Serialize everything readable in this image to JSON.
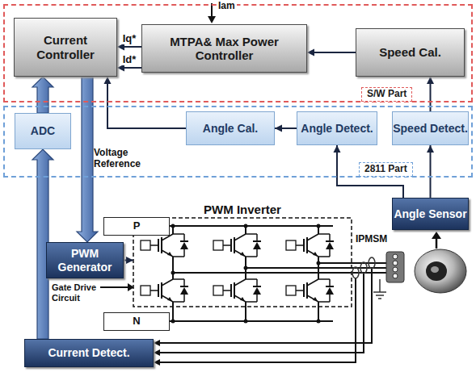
{
  "diagram": {
    "nodes": [
      {
        "text": [
          "S/W Part"
        ]
      },
      {
        "text": [
          "Current Controller"
        ],
        "in": 0
      },
      {
        "text": [
          "MTPA& Max Power Controller"
        ],
        "in": 0
      },
      {
        "text": [
          "Speed Cal."
        ],
        "in": 0
      },
      {
        "text": [
          "2811 Part"
        ]
      },
      {
        "text": [
          "ADC"
        ],
        "in": 4
      },
      {
        "text": [
          "Angle Cal."
        ],
        "in": 4
      },
      {
        "text": [
          "Angle Detect."
        ],
        "in": 4
      },
      {
        "text": [
          "Speed Detect."
        ],
        "in": 4
      },
      {
        "text": [
          "Angle Sensor"
        ]
      },
      {
        "text": [
          "P"
        ]
      },
      {
        "text": [
          "PWM Inverter"
        ]
      },
      {
        "text": [
          "N"
        ]
      },
      {
        "text": [
          "PWM Generator"
        ]
      },
      {
        "text": [
          "Current Detect."
        ]
      }
    ],
    "edges": [
      {
        "from": 3,
        "to": 2,
        "arrow": "to"
      },
      {
        "from": 2,
        "to": 1,
        "label": "Iq*",
        "arrow": "to"
      },
      {
        "from": 2,
        "to": 1,
        "label": "Id*",
        "arrow": "to"
      },
      {
        "from": 6,
        "to": 1,
        "arrow": "to"
      },
      {
        "from": 7,
        "to": 6,
        "arrow": "to"
      },
      {
        "from": 8,
        "to": 3,
        "arrow": "to"
      },
      {
        "from": 9,
        "to": 8,
        "arrow": "to"
      },
      {
        "from": 9,
        "to": 7,
        "arrow": "to"
      },
      {
        "from": 5,
        "to": 1,
        "arrow": "to"
      },
      {
        "from": 1,
        "to": 13,
        "arrow": "to"
      },
      {
        "from": 14,
        "to": 5,
        "arrow": "to"
      },
      {
        "from": 13,
        "to": 11,
        "arrow": "to"
      }
    ],
    "labels": [
      "Iam",
      "Voltage Reference",
      "Gate Drive Circuit",
      "IPMSM"
    ]
  }
}
